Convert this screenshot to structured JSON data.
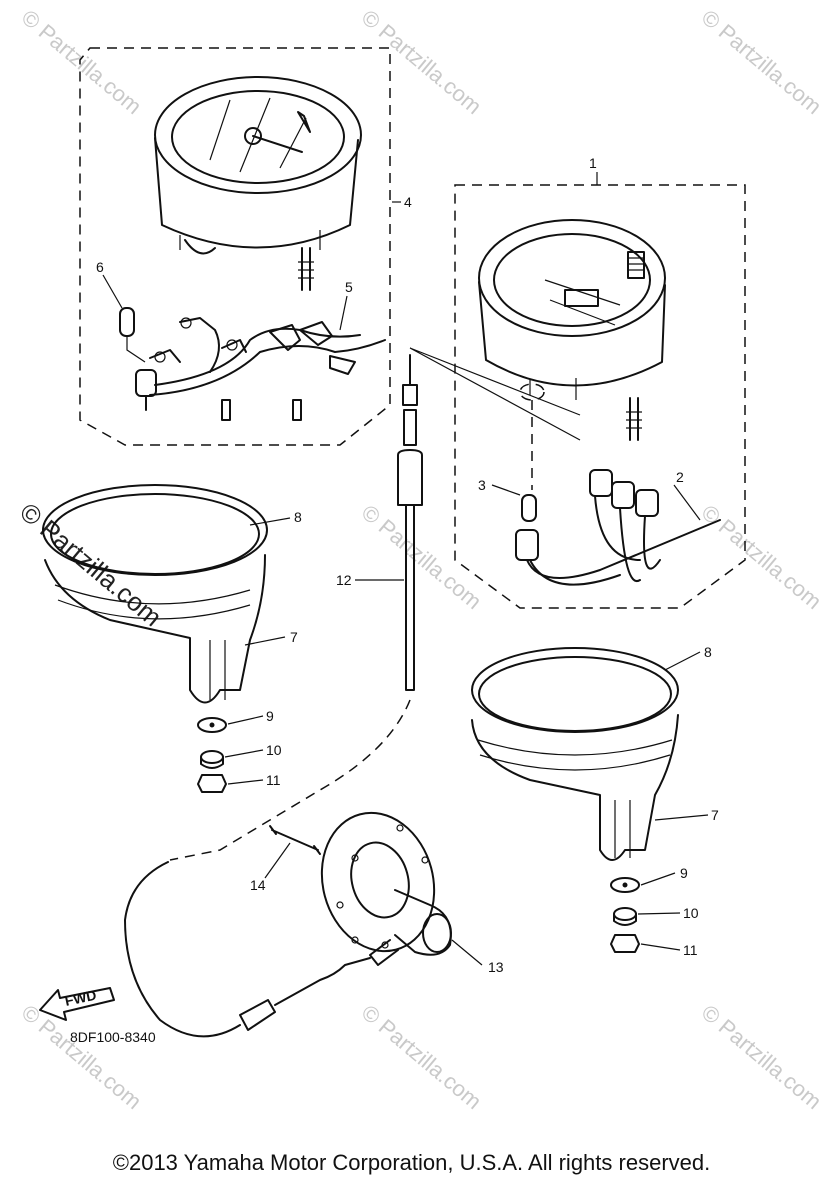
{
  "diagram": {
    "part_code": "8DF100-8340",
    "fwd_label": "FWD",
    "callouts": {
      "c1": "1",
      "c2": "2",
      "c3": "3",
      "c4": "4",
      "c5": "5",
      "c6": "6",
      "c7a": "7",
      "c7b": "7",
      "c8a": "8",
      "c8b": "8",
      "c9a": "9",
      "c9b": "9",
      "c10a": "10",
      "c10b": "10",
      "c11a": "11",
      "c11b": "11",
      "c12": "12",
      "c13": "13",
      "c14": "14"
    },
    "watermark": "© Partzilla.com"
  },
  "footer": {
    "copyright": "©2013  Yamaha Motor Corporation, U.S.A. All rights reserved."
  }
}
